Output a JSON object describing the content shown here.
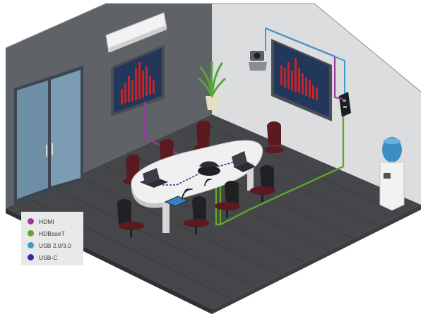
{
  "legend": {
    "items": [
      {
        "label": "HDMI",
        "color": "#9b3a9e"
      },
      {
        "label": "HDBaseT",
        "color": "#5fa62a"
      },
      {
        "label": "USB 2.0/3.0",
        "color": "#3a9ccf"
      },
      {
        "label": "USB-C",
        "color": "#2e3192"
      }
    ]
  },
  "colors": {
    "hdmi": "#9b3a9e",
    "hdbaset": "#5fa62a",
    "usb": "#3a9ccf",
    "usbc": "#2e3192",
    "chart_bars": "#c0272d",
    "screen_bg": "#243a5e"
  },
  "icons": [
    "wifi-icon",
    "speakerphone-icon",
    "camera-icon",
    "ac-unit-icon",
    "water-cooler-icon",
    "plant-icon"
  ]
}
